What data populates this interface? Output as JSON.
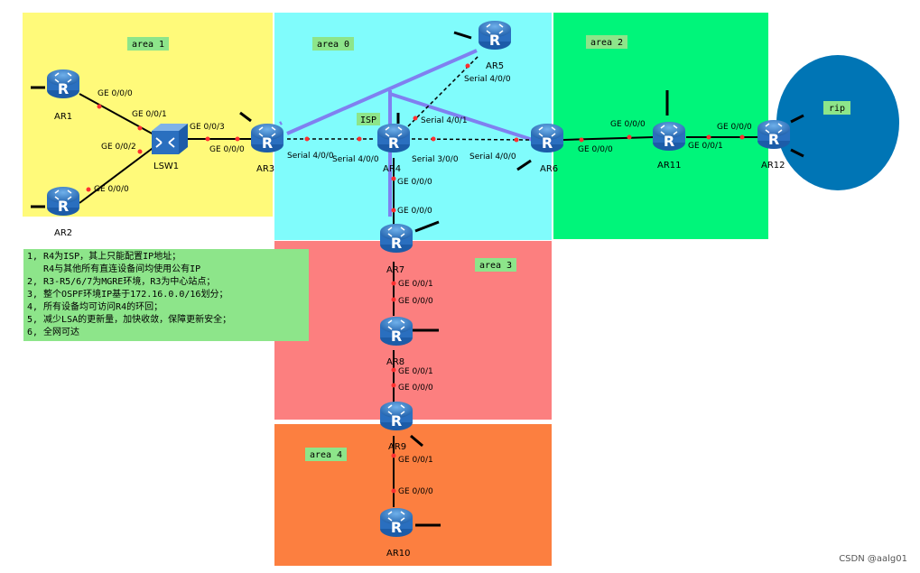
{
  "areas": {
    "area1": "area 1",
    "area0": "area 0",
    "area2": "area 2",
    "area3": "area 3",
    "area4": "area 4",
    "rip": "rip",
    "isp": "ISP"
  },
  "devices": {
    "AR1": "AR1",
    "AR2": "AR2",
    "LSW1": "LSW1",
    "AR3": "AR3",
    "AR4": "AR4",
    "AR5": "AR5",
    "AR6": "AR6",
    "AR7": "AR7",
    "AR8": "AR8",
    "AR9": "AR9",
    "AR10": "AR10",
    "AR11": "AR11",
    "AR12": "AR12"
  },
  "interfaces": {
    "ar1_ge000": "GE 0/0/0",
    "lsw_ge001": "GE 0/0/1",
    "lsw_ge002": "GE 0/0/2",
    "ar2_ge000": "GE 0/0/0",
    "lsw_ge003": "GE 0/0/3",
    "ar3_ge000": "GE 0/0/0",
    "ar3_s400": "Serial 4/0/0",
    "ar4_s400": "Serial 4/0/0",
    "ar4_s401": "Serial 4/0/1",
    "ar5_s400": "Serial 4/0/0",
    "ar4_s300": "Serial 3/0/0",
    "ar6_s400": "Serial 4/0/0",
    "ar4_ge000": "GE 0/0/0",
    "ar7_ge000": "GE 0/0/0",
    "ar7_ge001": "GE 0/0/1",
    "ar8_ge000": "GE 0/0/0",
    "ar8_ge001": "GE 0/0/1",
    "ar9_ge000": "GE 0/0/0",
    "ar9_ge001": "GE 0/0/1",
    "ar10_ge000": "GE 0/0/0",
    "ar6_ge000": "GE 0/0/0",
    "ar11_ge000": "GE 0/0/0",
    "ar11_ge001": "GE 0/0/1",
    "ar12_ge000": "GE 0/0/0"
  },
  "notes": [
    "1, R4为ISP，其上只能配置IP地址；",
    "   R4与其他所有直连设备间均使用公有IP",
    "2, R3-R5/6/7为MGRE环境，R3为中心站点；",
    "3, 整个OSPF环境IP基于172.16.0.0/16划分；",
    "4, 所有设备均可访问R4的环回；",
    "5, 减少LSA的更新量，加快收敛，保障更新安全；",
    "6, 全网可达"
  ],
  "watermark": "CSDN @aalg01",
  "colors": {
    "area1": "#fffa7a",
    "area0": "#80fcfc",
    "area2": "#00f57a",
    "area3": "#fc7f7f",
    "area4": "#fc7f40",
    "rip": "#0075b5",
    "tag": "#8de58a",
    "mgre": "#8080f0",
    "link": "#000000",
    "port": "#ff3030"
  }
}
